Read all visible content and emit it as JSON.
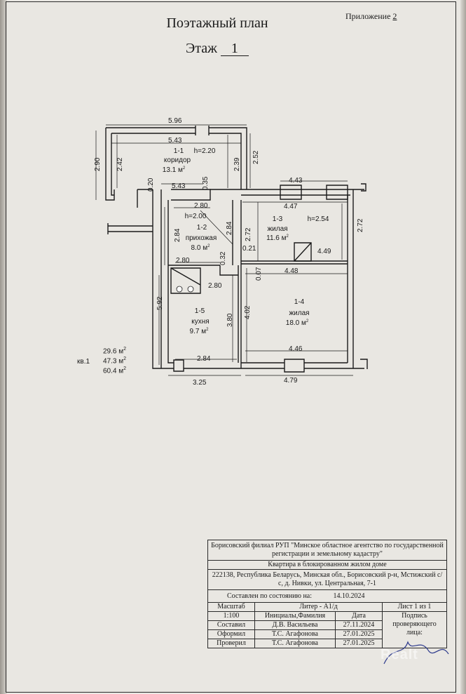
{
  "header": {
    "appendix_label": "Приложение",
    "appendix_number": "2",
    "title": "Поэтажный план",
    "floor_label": "Этаж",
    "floor_number": "1"
  },
  "plan": {
    "dimensions": {
      "top_outer": "5.96",
      "top_inner": "5.43",
      "left_outer": "2.90",
      "left_inner": "2.42",
      "right_inner": "2.39",
      "right_outer": "2.52",
      "corridor_bottom": "5.43",
      "wall_035": "0.35",
      "wall_020": "0.20",
      "hall_top": "2.80",
      "hall_left": "2.84",
      "hall_right": "2.84",
      "hall_bottom": "2.80",
      "wall_032": "0.32",
      "kitchen_top": "2.80",
      "kitchen_side": "3.80",
      "kitchen_bottom": "2.84",
      "bottom_left_outer": "3.25",
      "left_house": "5.92",
      "room3_top_outer": "4.43",
      "room3_top_inner": "4.47",
      "room3_left": "2.72",
      "room3_right": "2.72",
      "wall_021": "0.21",
      "wall_007": "0.07",
      "room3_bottom": "4.48",
      "room3_side_right": "4.49",
      "room4_left": "4.02",
      "room4_bottom_inner": "4.46",
      "room4_bottom_outer": "4.79"
    },
    "rooms": [
      {
        "code": "1-1",
        "name": "коридор",
        "area": "13.1 м",
        "height": "h=2.20"
      },
      {
        "code": "1-2",
        "name": "прихожая",
        "area": "8.0 м",
        "height": "h=2.00"
      },
      {
        "code": "1-3",
        "name": "жилая",
        "area": "11.6 м",
        "height": "h=2.54"
      },
      {
        "code": "1-4",
        "name": "жилая",
        "area": "18.0 м",
        "height": ""
      },
      {
        "code": "1-5",
        "name": "кухня",
        "area": "9.7 м",
        "height": ""
      }
    ],
    "sq_suffix": "2"
  },
  "totals": {
    "apartment_label": "кв.1",
    "living": "29.6 м",
    "total": "47.3 м",
    "overall": "60.4 м",
    "sq_suffix": "2"
  },
  "stamp": {
    "org": "Борисовский филиал РУП \"Минское областное агентство по государственной регистрации и земельному кадастру\"",
    "object": "Квартира в блокированном жилом доме",
    "address": "222138, Республика Беларусь, Минская обл., Борисовский р-н, Мстижский с/с, д. Нивки, ул. Центральная, 7-1",
    "compiled_label": "Составлен по состоянию на:",
    "compiled_date": "14.10.2024",
    "scale_label": "Масштаб",
    "liter": "Литер - А1/д",
    "sheet": "Лист 1    из 1",
    "scale_value": "1:100",
    "initials_header": "Инициалы,Фамилия",
    "date_header": "Дата",
    "signature_header": "Подпись проверяющего лица:",
    "rows": [
      {
        "role": "Составил",
        "name": "Д.В. Васильева",
        "date": "27.11.2024"
      },
      {
        "role": "Оформил",
        "name": "Т.С. Агафонова",
        "date": "27.01.2025"
      },
      {
        "role": "Проверил",
        "name": "Т.С. Агафонова",
        "date": "27.01.2025"
      }
    ]
  },
  "watermark": "Realt"
}
